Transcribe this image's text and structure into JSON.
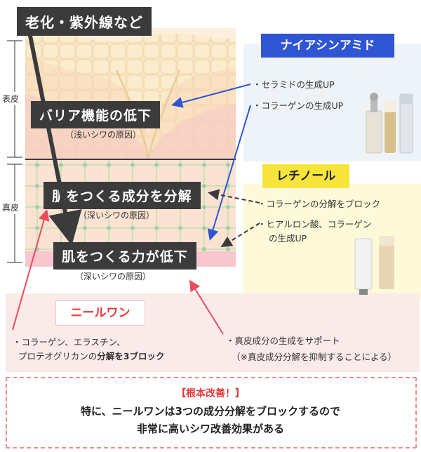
{
  "top_label": "老化・紫外線など",
  "layers": {
    "epidermis": "表皮",
    "dermis": "真皮"
  },
  "effects": [
    {
      "title": "バリア機能の低下",
      "sub": "（浅いシワの原因）"
    },
    {
      "title": "肌をつくる成分を分解",
      "sub": "（深いシワの原因）"
    },
    {
      "title": "肌をつくる力が低下",
      "sub": "（深いシワの原因）"
    }
  ],
  "ingredients": {
    "niacinamide": {
      "name": "ナイアシンアミド",
      "items": [
        "・セラミドの生成UP",
        "・コラーゲンの生成UP"
      ]
    },
    "retinol": {
      "name": "レチノール",
      "items": [
        "・コラーゲンの分解をブロック",
        "・ヒアルロン酸、コラーゲン",
        "の生成UP"
      ]
    },
    "neilwan": {
      "name": "ニールワン",
      "left_items": [
        "・コラーゲン、エラスチン、",
        "プロテオグリカンの",
        "分解を3ブロック"
      ],
      "right_items": [
        "・真皮成分の生成をサポート",
        "（※真皮成分分解を抑制することによる）"
      ]
    }
  },
  "summary": {
    "heading": "【根本改善！】",
    "line1": "特に、ニールワンは3つの成分分解をブロックするので",
    "line2": "非常に高いシワ改善効果がある"
  },
  "colors": {
    "dark": "#3b3b3b",
    "blue": "#2f55d4",
    "yellow": "#f7e53c",
    "red_text": "#e23b3b",
    "pink_panel": "#fbeaea",
    "blue_panel": "#eef3f8",
    "yellow_panel": "#fdf9d9"
  }
}
